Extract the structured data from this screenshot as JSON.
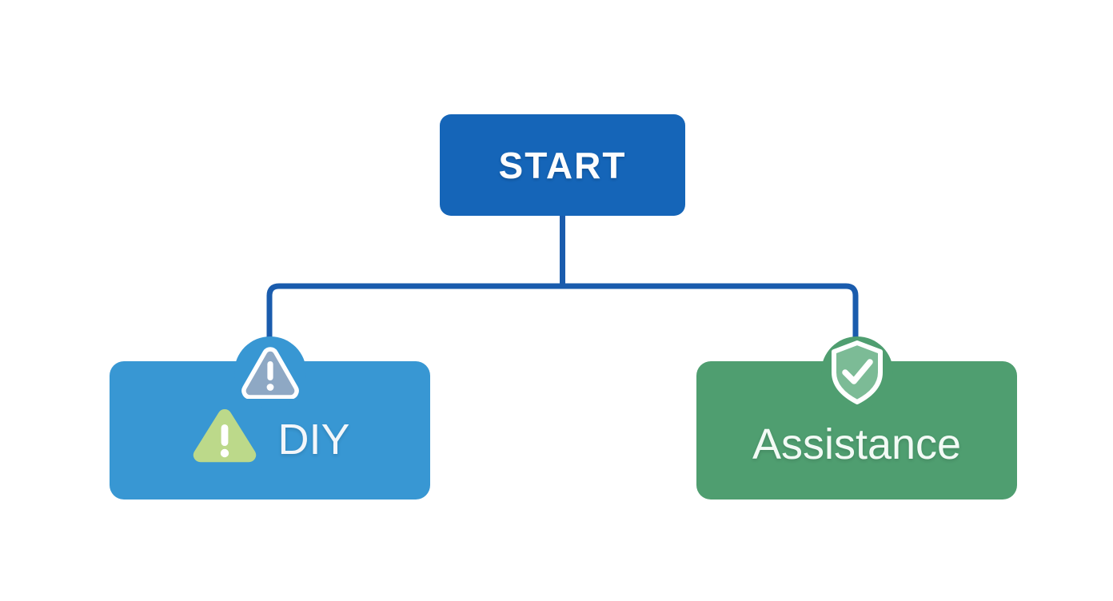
{
  "diagram": {
    "type": "flowchart",
    "background_color": "#ffffff",
    "orientation": "top-down",
    "title": ""
  },
  "nodes": [
    {
      "id": "start",
      "label": "START",
      "shape": "rounded-rectangle",
      "fill_color": "#1565b8",
      "text_color": "#ffffff",
      "level": 0
    },
    {
      "id": "diy",
      "label": "DIY",
      "shape": "rounded-rectangle",
      "fill_color": "#3897d3",
      "text_color": "#f2f6fa",
      "level": 1,
      "badge_icon": "warning-triangle-icon",
      "badge_icon_color": "#8ea8c4",
      "inline_icon": "warning-triangle-icon",
      "inline_icon_color": "#bcd98a"
    },
    {
      "id": "assistance",
      "label": "Assistance",
      "shape": "rounded-rectangle",
      "fill_color": "#4f9e70",
      "text_color": "#f2faf5",
      "level": 1,
      "badge_icon": "shield-check-icon",
      "badge_icon_color": "#7cbb96"
    }
  ],
  "edges": [
    {
      "from": "start",
      "to": "diy",
      "style": "elbow",
      "color": "#1a5cad"
    },
    {
      "from": "start",
      "to": "assistance",
      "style": "elbow",
      "color": "#1a5cad"
    }
  ],
  "colors": {
    "connector": "#1a5cad",
    "start_fill": "#1565b8",
    "diy_fill": "#3897d3",
    "assistance_fill": "#4f9e70",
    "warning_green": "#bcd98a",
    "warning_grey_blue": "#8ea8c4",
    "shield_green": "#7cbb96",
    "icon_outline": "#ffffff"
  },
  "labels": {
    "start": "START",
    "diy": "DIY",
    "assistance": "Assistance"
  }
}
